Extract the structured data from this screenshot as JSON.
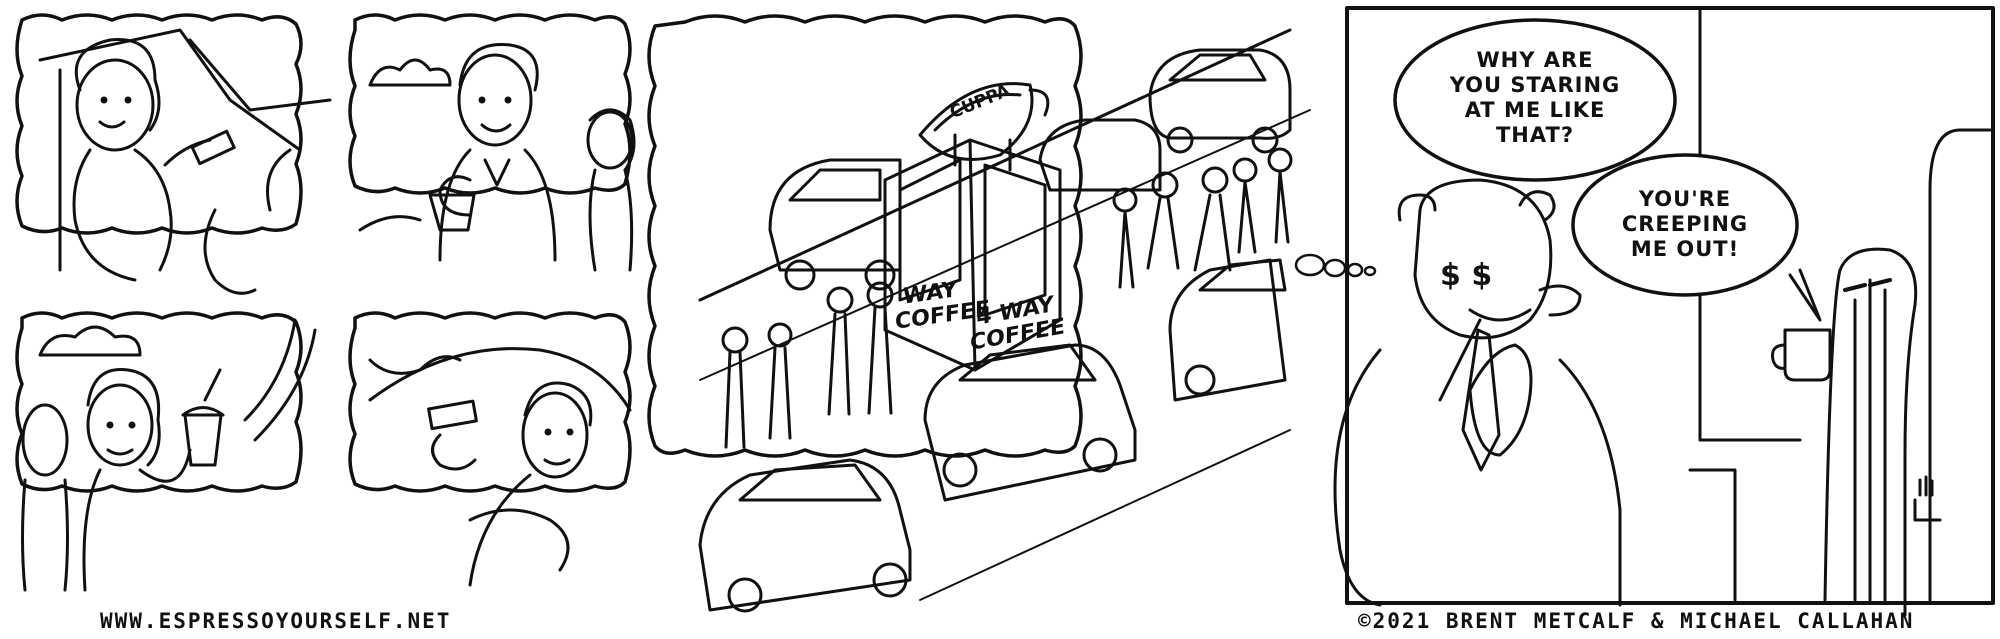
{
  "comic": {
    "panel_left": {
      "sign_left": "WAY\nCOFFEE",
      "sign_right": "4 WAY\nCOFFEE",
      "cup_label": "CUPPA"
    },
    "panel_right": {
      "bubble_bear": "WHY ARE\nYOU STARING\nAT ME LIKE\nTHAT?",
      "bubble_figure": "YOU'RE\nCREEPING\nME OUT!"
    },
    "footer": {
      "website": "WWW.ESPRESSOYOURSELF.NET",
      "copyright": "©2021 BRENT METCALF & MICHAEL CALLAHAN"
    }
  }
}
